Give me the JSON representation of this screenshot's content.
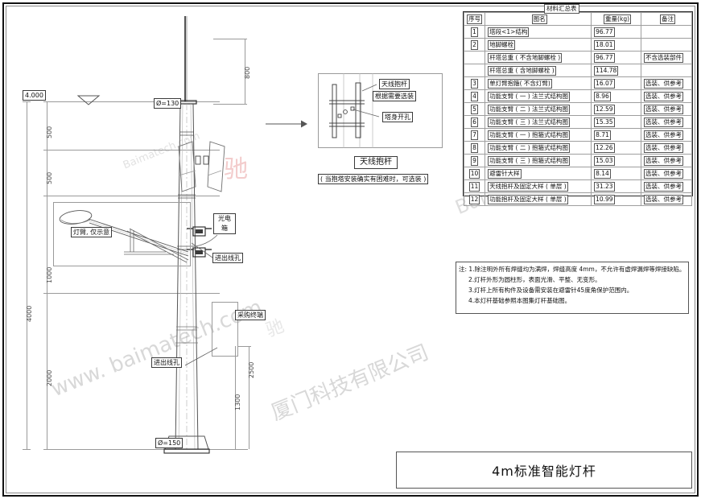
{
  "sheet": {
    "title": "4m标准智能灯杆"
  },
  "watermarks": {
    "url_left": "www. baimatech.com",
    "url_top": "Baimatech.com",
    "company": "厦门科技有限公司",
    "logo": "驰"
  },
  "elevation": {
    "level_mark": "4.000",
    "dia_top": "Ø=130",
    "dia_bottom": "Ø=150",
    "dim_800": "800",
    "dim_500_a": "500",
    "dim_500_b": "500",
    "dim_1000": "1000",
    "dim_2000": "2000",
    "dim_4000": "4000",
    "dim_2500": "2500",
    "dim_1300": "1300",
    "labels": {
      "lamp_arm": "灯臂, 仅示意",
      "photoelectric_box": "光电箱",
      "wire_hole_upper": "进出线孔",
      "wire_hole_lower": "进出线孔",
      "acquisition_terminal": "采购终端"
    }
  },
  "antenna_detail": {
    "label_pole": "天线抱杆",
    "label_optional": "根据需要选装",
    "label_hole": "塔身开孔",
    "caption": "天线抱杆",
    "caption_note": "( 当抱塔安装确实有困难时，可选装 )"
  },
  "material_table": {
    "title": "材料汇总表",
    "columns": [
      "序号",
      "图名",
      "重量(kg)",
      "备注"
    ],
    "rows": [
      {
        "no": "1",
        "name": "塔段<1>结构",
        "weight": "96.77",
        "remark": ""
      },
      {
        "no": "2",
        "name": "地脚螺栓",
        "weight": "18.01",
        "remark": ""
      },
      {
        "no": "",
        "name": "杆塔总重 ( 不含地脚螺栓 )",
        "weight": "96.77",
        "remark": "不含选装部件"
      },
      {
        "no": "",
        "name": "杆塔总重 ( 含地脚螺栓 )",
        "weight": "114.78",
        "remark": ""
      },
      {
        "no": "3",
        "name": "单灯臂抱箍( 不含灯臂)",
        "weight": "16.07",
        "remark": "选装、供参考"
      },
      {
        "no": "4",
        "name": "功能支臂 ( 一 ) 法兰式结构图",
        "weight": "8.96",
        "remark": "选装、供参考"
      },
      {
        "no": "5",
        "name": "功能支臂 ( 二 ) 法兰式结构图",
        "weight": "12.59",
        "remark": "选装、供参考"
      },
      {
        "no": "6",
        "name": "功能支臂 ( 三 ) 法兰式结构图",
        "weight": "15.35",
        "remark": "选装、供参考"
      },
      {
        "no": "7",
        "name": "功能支臂 ( 一 ) 抱箍式结构图",
        "weight": "8.71",
        "remark": "选装、供参考"
      },
      {
        "no": "8",
        "name": "功能支臂 ( 二 ) 抱箍式结构图",
        "weight": "12.26",
        "remark": "选装、供参考"
      },
      {
        "no": "9",
        "name": "功能支臂 ( 三 ) 抱箍式结构图",
        "weight": "15.03",
        "remark": "选装、供参考"
      },
      {
        "no": "10",
        "name": "避雷针大样",
        "weight": "8.14",
        "remark": "选装、供参考"
      },
      {
        "no": "11",
        "name": "天线抱杆及固定大样 ( 单层 )",
        "weight": "31.23",
        "remark": "选装、供参考"
      },
      {
        "no": "12",
        "name": "功能抱杆及固定大样 ( 单层 )",
        "weight": "10.99",
        "remark": "选装、供参考"
      }
    ]
  },
  "notes": {
    "prefix": "注:",
    "items": [
      "1.除注明外所有焊缝均为满焊，焊缝高度 4mm，不允许有虚焊漏焊等焊接缺陷。",
      "2.灯杆外形为圆柱形，表面光滑、平整、无变形。",
      "3.灯杆上所有构件及设备需安装在避雷针45度角保护范围内。",
      "4.本灯杆基础参照本图集灯杆基础图。"
    ]
  }
}
